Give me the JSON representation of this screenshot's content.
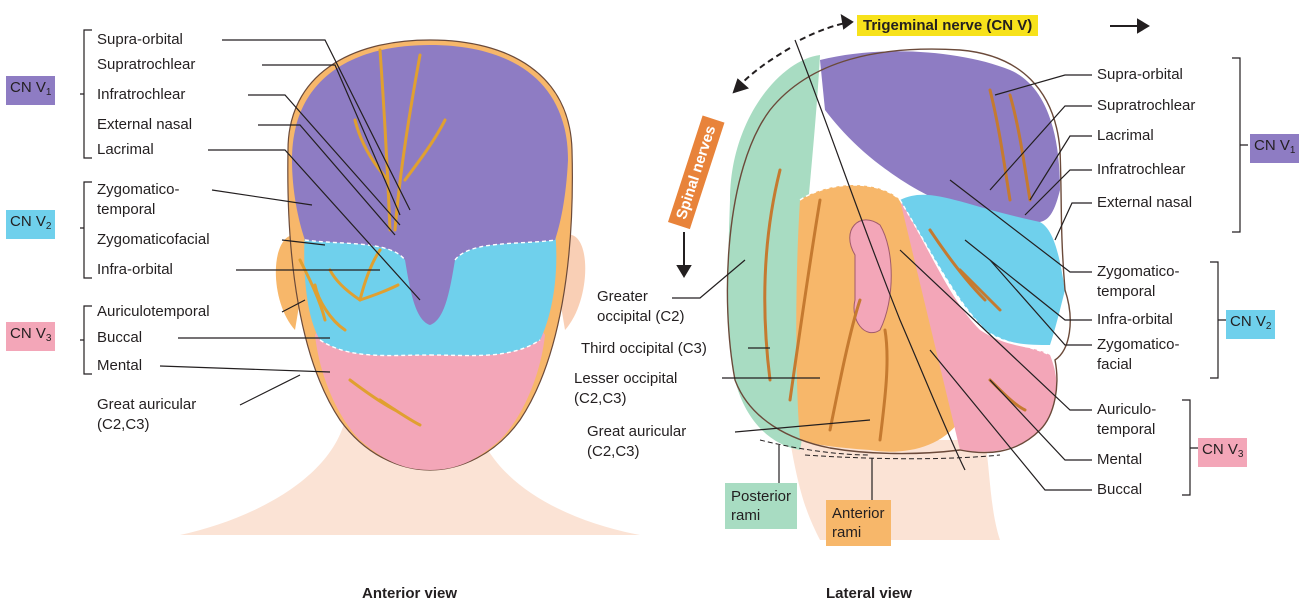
{
  "colors": {
    "cn_v1": "#8e7cc3",
    "cn_v2": "#6fd0ec",
    "cn_v3": "#f3a6b8",
    "trigeminal_box": "#f7e21b",
    "spinal_box": "#e8833a",
    "posterior_rami": "#a8dcc2",
    "anterior_rami": "#f7b76a",
    "nerve": "#e0a030"
  },
  "anterior": {
    "title": "Anterior view",
    "groups": {
      "v1": "CN V",
      "v2": "CN V",
      "v3": "CN V",
      "v1_sub": "1",
      "v2_sub": "2",
      "v3_sub": "3"
    },
    "labels": {
      "supra_orbital": "Supra-orbital",
      "supratrochlear": "Supratrochlear",
      "infratrochlear": "Infratrochlear",
      "external_nasal": "External nasal",
      "lacrimal": "Lacrimal",
      "zygomatico_temporal_1": "Zygomatico-",
      "zygomatico_temporal_2": "temporal",
      "zygomaticofacial": "Zygomaticofacial",
      "infra_orbital": "Infra-orbital",
      "auriculotemporal": "Auriculotemporal",
      "buccal": "Buccal",
      "mental": "Mental",
      "great_auricular_1": "Great auricular",
      "great_auricular_2": "(C2,C3)"
    }
  },
  "lateral": {
    "title": "Lateral view",
    "trigeminal": "Trigeminal nerve (CN V)",
    "spinal": "Spinal nerves",
    "groups": {
      "v1": "CN V",
      "v2": "CN V",
      "v3": "CN V",
      "v1_sub": "1",
      "v2_sub": "2",
      "v3_sub": "3"
    },
    "labels": {
      "supra_orbital": "Supra-orbital",
      "supratrochlear": "Supratrochlear",
      "lacrimal": "Lacrimal",
      "infratrochlear": "Infratrochlear",
      "external_nasal": "External nasal",
      "zygomatico_temporal_1": "Zygomatico-",
      "zygomatico_temporal_2": "temporal",
      "infra_orbital": "Infra-orbital",
      "zygomatico_facial_1": "Zygomatico-",
      "zygomatico_facial_2": "facial",
      "auriculo_temporal_1": "Auriculo-",
      "auriculo_temporal_2": "temporal",
      "mental": "Mental",
      "buccal": "Buccal",
      "greater_occipital_1": "Greater",
      "greater_occipital_2": "occipital (C2)",
      "third_occipital": "Third occipital (C3)",
      "lesser_occipital_1": "Lesser occipital",
      "lesser_occipital_2": "(C2,C3)",
      "great_auricular_1": "Great auricular",
      "great_auricular_2": "(C2,C3)",
      "posterior_rami_1": "Posterior",
      "posterior_rami_2": "rami",
      "anterior_rami_1": "Anterior",
      "anterior_rami_2": "rami"
    }
  }
}
